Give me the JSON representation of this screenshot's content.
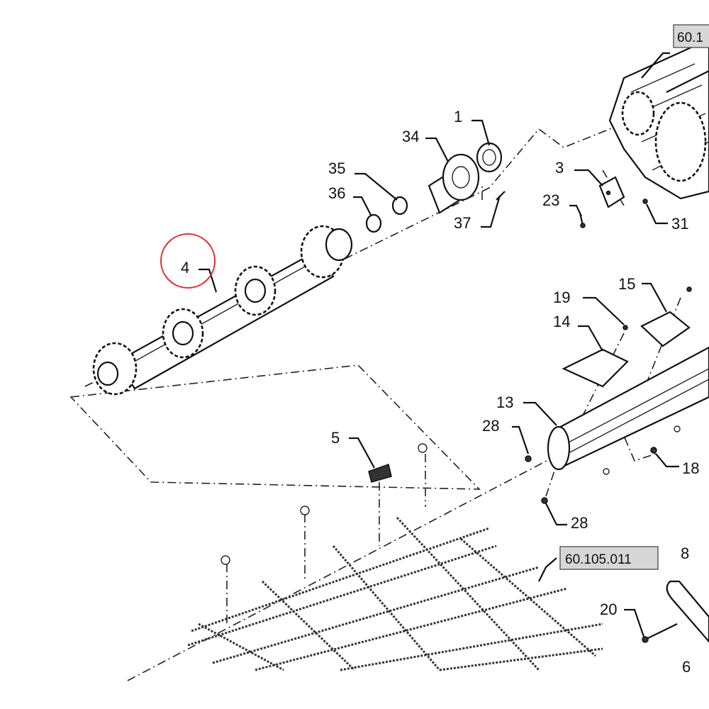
{
  "callouts": [
    {
      "id": "c1",
      "text": "1"
    },
    {
      "id": "c34",
      "text": "34"
    },
    {
      "id": "c35",
      "text": "35"
    },
    {
      "id": "c36",
      "text": "36"
    },
    {
      "id": "c37",
      "text": "37"
    },
    {
      "id": "c3",
      "text": "3"
    },
    {
      "id": "c23",
      "text": "23"
    },
    {
      "id": "c31",
      "text": "31"
    },
    {
      "id": "c4",
      "text": "4"
    },
    {
      "id": "c19",
      "text": "19"
    },
    {
      "id": "c15",
      "text": "15"
    },
    {
      "id": "c14",
      "text": "14"
    },
    {
      "id": "c13",
      "text": "13"
    },
    {
      "id": "c28a",
      "text": "28"
    },
    {
      "id": "c28b",
      "text": "28"
    },
    {
      "id": "c18",
      "text": "18"
    },
    {
      "id": "c5",
      "text": "5"
    },
    {
      "id": "c8",
      "text": "8"
    },
    {
      "id": "c20",
      "text": "20"
    },
    {
      "id": "c6",
      "text": "6"
    }
  ],
  "references": [
    {
      "id": "ref_top",
      "text": "60.1"
    },
    {
      "id": "ref_mid",
      "text": "60.105.011"
    }
  ],
  "highlight": {
    "target": "4",
    "color": "#e03030"
  },
  "colors": {
    "line": "#111111",
    "reference_box": "#d7d7d7",
    "background": "#ffffff"
  }
}
